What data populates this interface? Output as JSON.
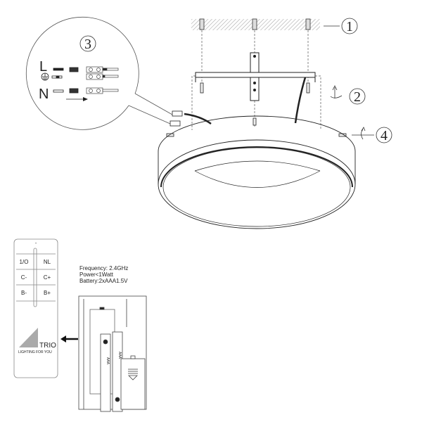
{
  "steps": {
    "s1": "1",
    "s2": "2",
    "s3": "3",
    "s4": "4"
  },
  "wiring": {
    "live": "L",
    "neutral": "N",
    "earth_icon": "ground-symbol-icon"
  },
  "remote": {
    "buttons": [
      {
        "left": "1/O",
        "right": "NL"
      },
      {
        "left": "C-",
        "right": "C+"
      },
      {
        "left": "B-",
        "right": "B+"
      }
    ],
    "brand": "TRIO",
    "tagline": "LIGHTING FOR YOU",
    "top_mark": "-"
  },
  "specs": {
    "frequency": "Frequency: 2.4GHz",
    "power": "Power<1Watt",
    "battery": "Battery:2xAAA1.5V"
  },
  "battery_labels": {
    "a": "AAA",
    "b": "AAA"
  },
  "colors": {
    "line": "#222222",
    "hatch": "#bbbbbb",
    "logo_gray": "#aaaaaa"
  }
}
